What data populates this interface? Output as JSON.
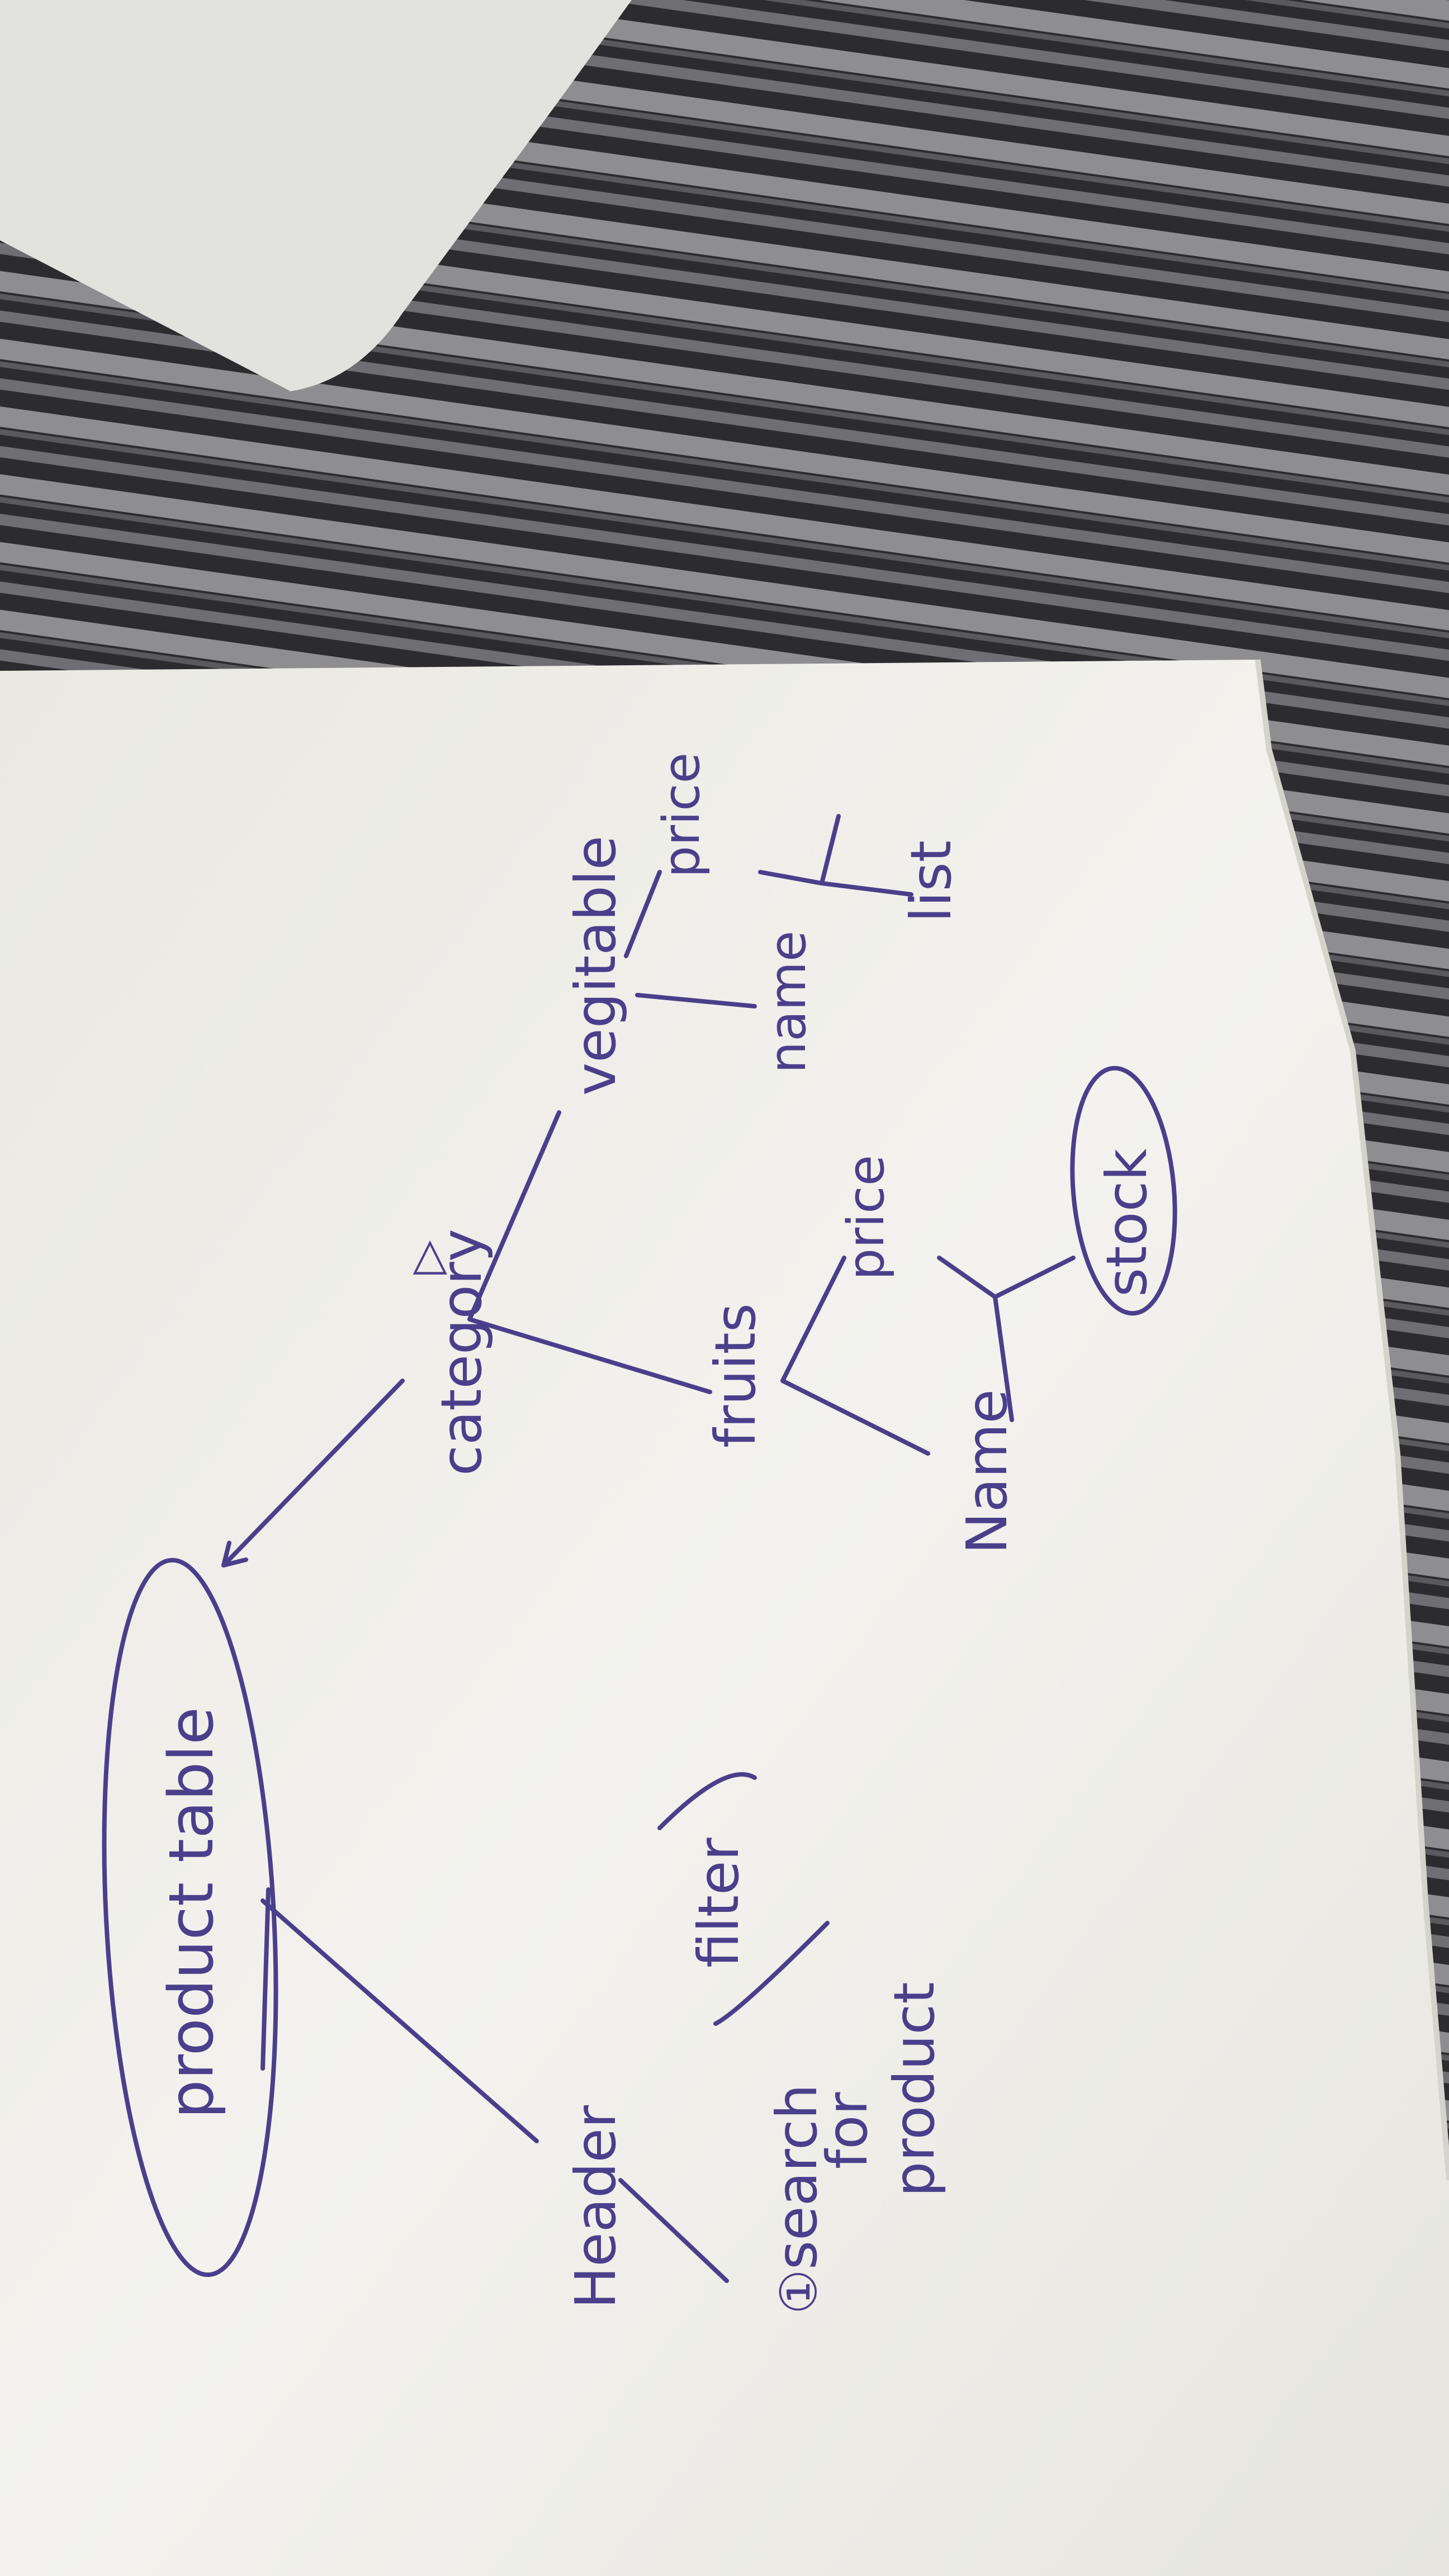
{
  "diagram": {
    "root": {
      "label": "product table"
    },
    "header": {
      "label": "Header",
      "child": {
        "marker": "①",
        "label_lines": [
          "search",
          "for",
          "product"
        ],
        "note": "filter"
      }
    },
    "category": {
      "label": "category",
      "marker": "▷",
      "branches": [
        {
          "label": "vegitable",
          "children": [
            "name",
            "price"
          ],
          "extra": "list"
        },
        {
          "label": "fruits",
          "children": [
            "Name",
            "price"
          ],
          "extra": "stock "
        }
      ]
    }
  },
  "colors": {
    "ink": "#4a3f8a",
    "paper": "#f1f0eb",
    "fabric_dark": "#2b2b2e",
    "fabric_light": "#8d8d90",
    "laptop": "#e3e4e0"
  }
}
